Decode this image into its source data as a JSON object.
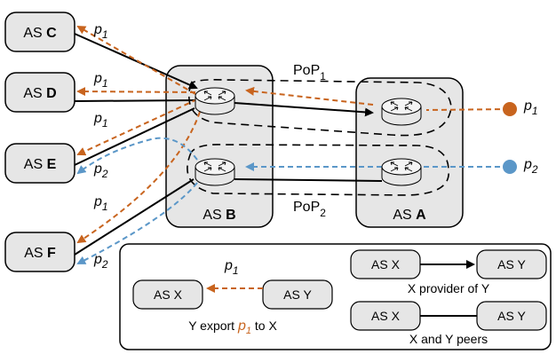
{
  "nodes": {
    "as_c": {
      "prefix": "AS ",
      "name": "C"
    },
    "as_d": {
      "prefix": "AS ",
      "name": "D"
    },
    "as_e": {
      "prefix": "AS ",
      "name": "E"
    },
    "as_f": {
      "prefix": "AS ",
      "name": "F"
    },
    "as_b": {
      "prefix": "AS ",
      "name": "B"
    },
    "as_a": {
      "prefix": "AS ",
      "name": "A"
    }
  },
  "pops": {
    "pop1": {
      "text": "PoP",
      "sub": "1"
    },
    "pop2": {
      "text": "PoP",
      "sub": "2"
    }
  },
  "prefixes": {
    "p1": {
      "text": "p",
      "sub": "1"
    },
    "p2": {
      "text": "p",
      "sub": "2"
    }
  },
  "legend": {
    "export_from": "AS X",
    "export_to": "AS Y",
    "export_caption_pre": "Y export ",
    "export_caption_post": " to X",
    "provider_left": "AS X",
    "provider_right": "AS Y",
    "provider_caption": "X provider of Y",
    "peer_left": "AS X",
    "peer_right": "AS Y",
    "peer_caption": "X and Y peers"
  },
  "colors": {
    "p1": "#c8641e",
    "p2": "#5b97c8",
    "as_box": "#e6e6e6"
  }
}
